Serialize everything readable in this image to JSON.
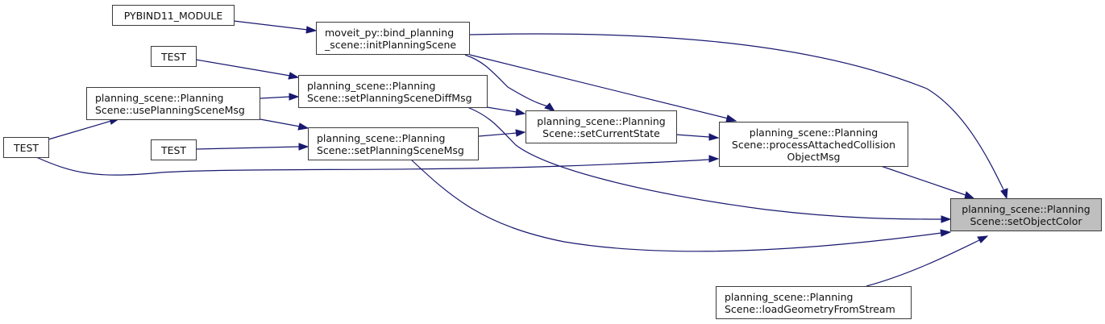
{
  "diagram": {
    "type": "call-graph",
    "focus_node": "setObjectColor",
    "colors": {
      "edge": "#191970",
      "node_border": "#3b3b3b",
      "focus_fill": "#bfbfbf",
      "node_fill": "#ffffff"
    },
    "nodes": {
      "pybind": {
        "lines": [
          "PYBIND11_MODULE"
        ]
      },
      "test1": {
        "lines": [
          "TEST"
        ]
      },
      "test2": {
        "lines": [
          "TEST"
        ]
      },
      "test3": {
        "lines": [
          "TEST"
        ]
      },
      "usePSM": {
        "lines": [
          "planning_scene::Planning",
          "Scene::usePlanningSceneMsg"
        ]
      },
      "initPS": {
        "lines": [
          "moveit_py::bind_planning",
          "_scene::initPlanningScene"
        ]
      },
      "setPSDiff": {
        "lines": [
          "planning_scene::Planning",
          "Scene::setPlanningSceneDiffMsg"
        ]
      },
      "setPSM": {
        "lines": [
          "planning_scene::Planning",
          "Scene::setPlanningSceneMsg"
        ]
      },
      "setCS": {
        "lines": [
          "planning_scene::Planning",
          "Scene::setCurrentState"
        ]
      },
      "procACO": {
        "lines": [
          "planning_scene::Planning",
          "Scene::processAttachedCollision",
          "ObjectMsg"
        ]
      },
      "setOC": {
        "lines": [
          "planning_scene::Planning",
          "Scene::setObjectColor"
        ]
      },
      "loadGeo": {
        "lines": [
          "planning_scene::Planning",
          "Scene::loadGeometryFromStream"
        ]
      }
    },
    "edges": [
      [
        "pybind",
        "initPS"
      ],
      [
        "test1",
        "setPSDiff"
      ],
      [
        "usePSM",
        "setPSDiff"
      ],
      [
        "usePSM",
        "setPSM"
      ],
      [
        "test2",
        "usePSM"
      ],
      [
        "test3",
        "setPSM"
      ],
      [
        "test2",
        "procACO"
      ],
      [
        "initPS",
        "setOC"
      ],
      [
        "initPS",
        "procACO"
      ],
      [
        "initPS",
        "setCS"
      ],
      [
        "setPSDiff",
        "setCS"
      ],
      [
        "setPSDiff",
        "setOC"
      ],
      [
        "setPSM",
        "setCS"
      ],
      [
        "setPSM",
        "setOC"
      ],
      [
        "setCS",
        "procACO"
      ],
      [
        "procACO",
        "setOC"
      ],
      [
        "loadGeo",
        "setOC"
      ]
    ]
  }
}
